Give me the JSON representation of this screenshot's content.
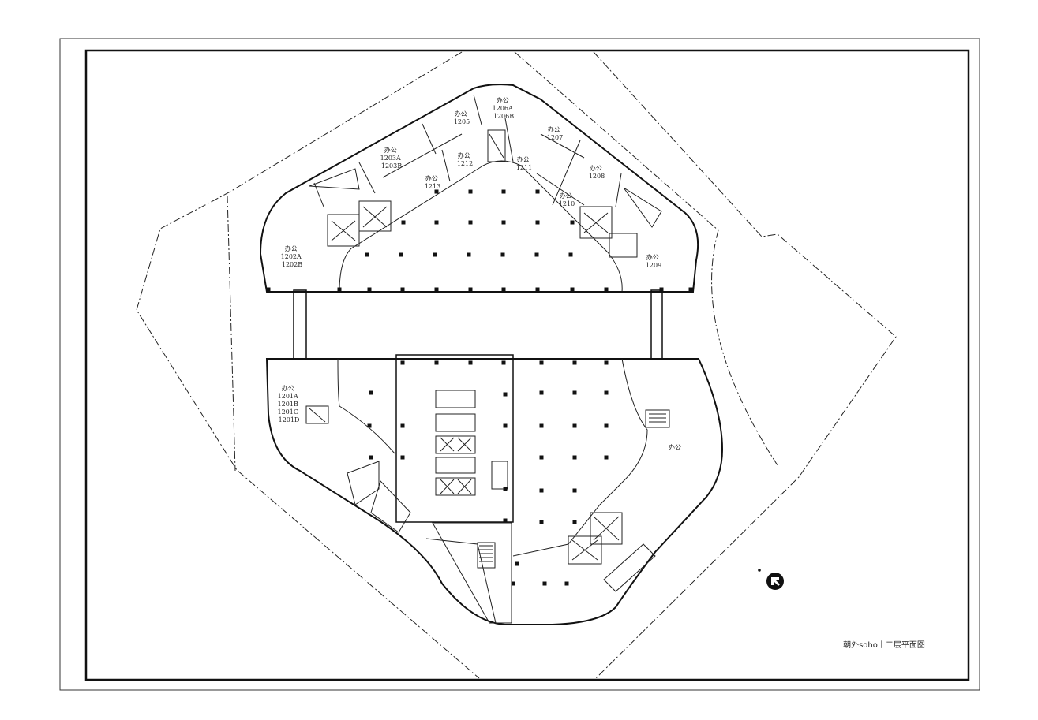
{
  "drawing_title": "朝外soho十二层平面图",
  "rooms": [
    {
      "id": "r1206",
      "type": "办公",
      "numbers": [
        "1206A",
        "1206B"
      ]
    },
    {
      "id": "r1205",
      "type": "办公",
      "numbers": [
        "1205"
      ]
    },
    {
      "id": "r1207",
      "type": "办公",
      "numbers": [
        "1207"
      ]
    },
    {
      "id": "r1203",
      "type": "办公",
      "numbers": [
        "1203A",
        "1203B"
      ]
    },
    {
      "id": "r1212",
      "type": "办公",
      "numbers": [
        "1212"
      ]
    },
    {
      "id": "r1211",
      "type": "办公",
      "numbers": [
        "1211"
      ]
    },
    {
      "id": "r1208",
      "type": "办公",
      "numbers": [
        "1208"
      ]
    },
    {
      "id": "r1213",
      "type": "办公",
      "numbers": [
        "1213"
      ]
    },
    {
      "id": "r1210",
      "type": "办公",
      "numbers": [
        "1210"
      ]
    },
    {
      "id": "r1202",
      "type": "办公",
      "numbers": [
        "1202A",
        "1202B"
      ]
    },
    {
      "id": "r1209",
      "type": "办公",
      "numbers": [
        "1209"
      ]
    },
    {
      "id": "r1201",
      "type": "办公",
      "numbers": [
        "1201A",
        "1201B",
        "1201C",
        "1201D"
      ]
    },
    {
      "id": "rSE",
      "type": "办公",
      "numbers": []
    }
  ],
  "north_arrow": {
    "icon": "north-arrow-icon"
  },
  "colors": {
    "line": "#111111",
    "background": "#ffffff"
  }
}
